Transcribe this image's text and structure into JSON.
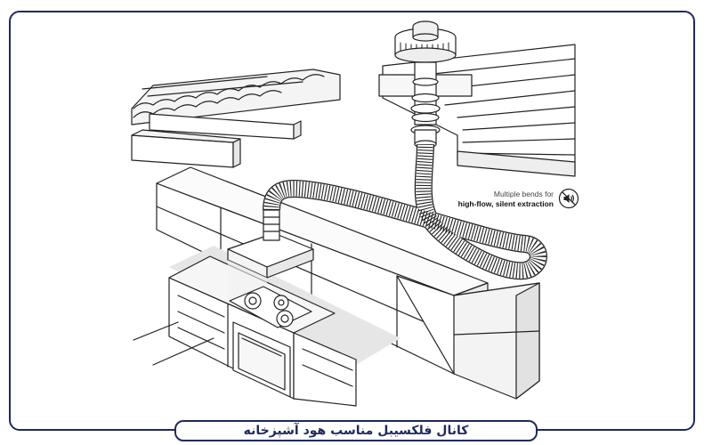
{
  "annotation": {
    "line1": "Multiple bends for",
    "line2": "high-flow, silent extraction",
    "icon": "muted-speaker-icon"
  },
  "caption": {
    "text": "کانال فلکسیبل مناسب هود آشپزخانه"
  },
  "colors": {
    "frame_border": "#1f2a5c",
    "line": "#222222",
    "shadow": "#d9d9d9"
  }
}
